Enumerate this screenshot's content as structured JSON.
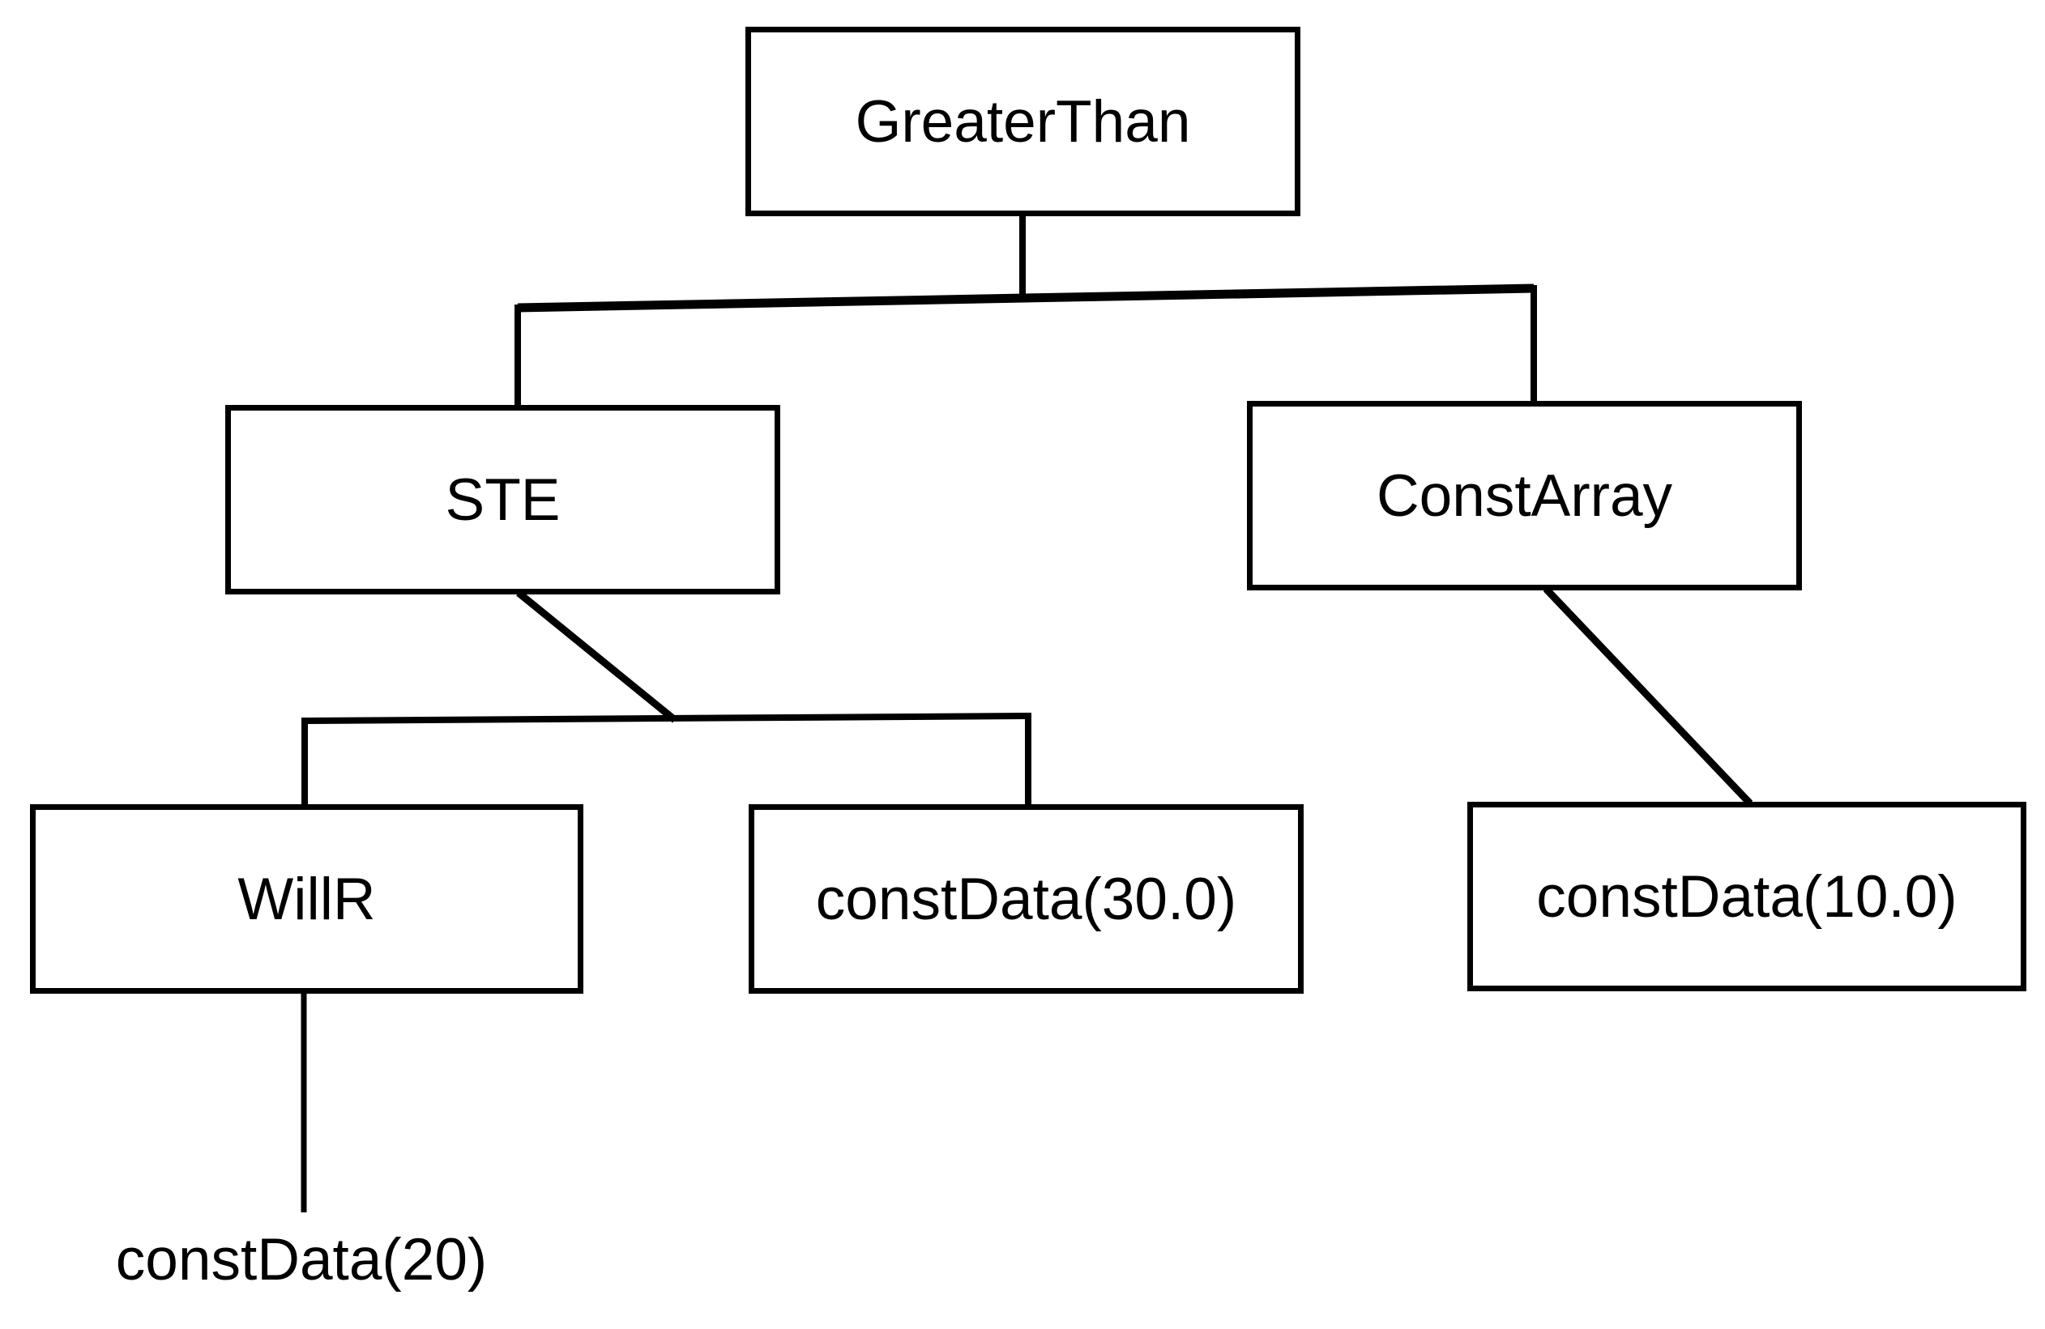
{
  "diagram": {
    "type": "tree",
    "background_color": "#ffffff",
    "line_color": "#000000",
    "nodes": [
      {
        "id": "greaterthan",
        "label": "GreaterThan",
        "boxed": true,
        "level": 0
      },
      {
        "id": "ste",
        "label": "STE",
        "boxed": true,
        "level": 1
      },
      {
        "id": "constarray",
        "label": "ConstArray",
        "boxed": true,
        "level": 1
      },
      {
        "id": "willr",
        "label": "WillR",
        "boxed": true,
        "level": 2
      },
      {
        "id": "constdata30",
        "label": "constData(30.0)",
        "boxed": true,
        "level": 2
      },
      {
        "id": "constdata10",
        "label": "constData(10.0)",
        "boxed": true,
        "level": 2
      },
      {
        "id": "constdata20",
        "label": "constData(20)",
        "boxed": false,
        "level": 3
      }
    ],
    "edges": [
      {
        "from": "GreaterThan",
        "to": "STE"
      },
      {
        "from": "GreaterThan",
        "to": "ConstArray"
      },
      {
        "from": "STE",
        "to": "WillR"
      },
      {
        "from": "STE",
        "to": "constData(30.0)"
      },
      {
        "from": "ConstArray",
        "to": "constData(10.0)"
      },
      {
        "from": "WillR",
        "to": "constData(20)"
      }
    ]
  }
}
